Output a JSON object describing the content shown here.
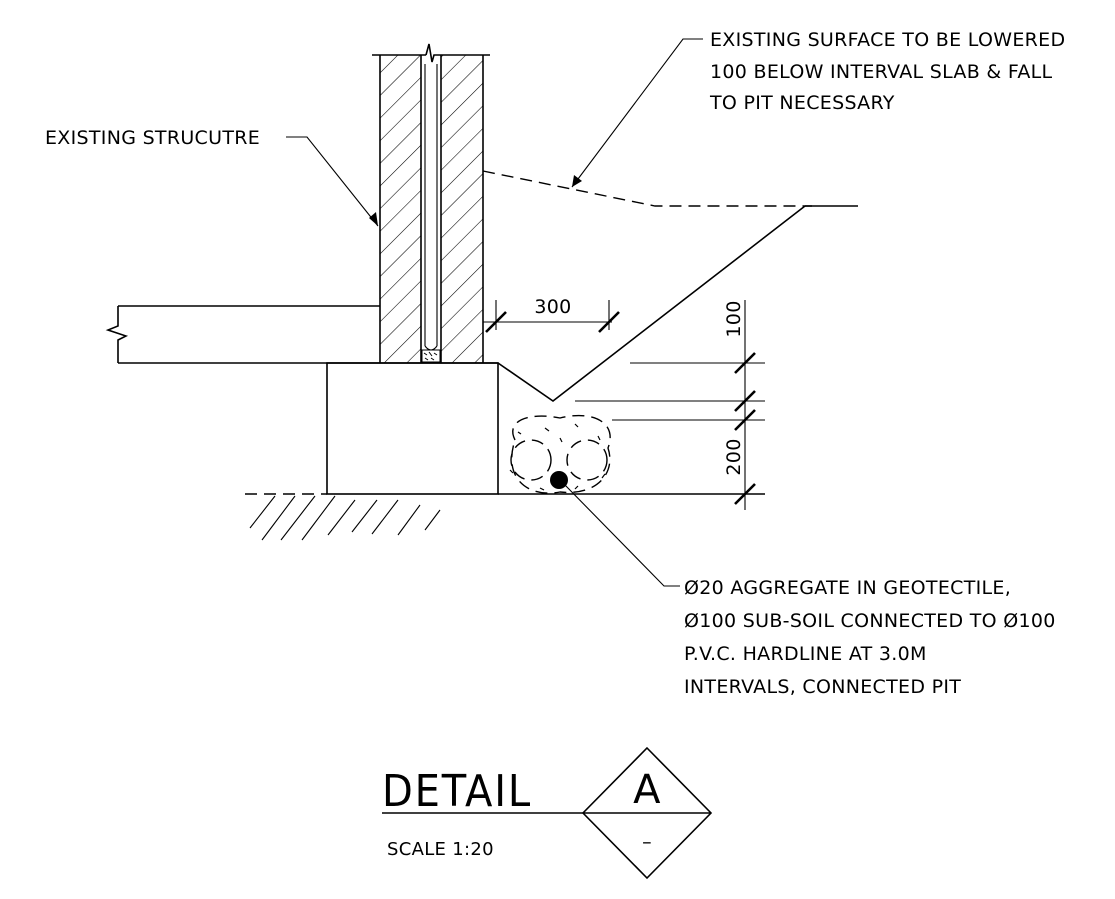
{
  "notes": {
    "surface": [
      "EXISTING SURFACE TO BE LOWERED",
      "100 BELOW INTERVAL SLAB & FALL",
      "TO PIT NECESSARY"
    ],
    "structure": "EXISTING STRUCUTRE",
    "drainage": [
      "Ø20 AGGREGATE IN GEOTECTILE,",
      "Ø100 SUB-SOIL CONNECTED TO Ø100",
      "P.V.C. HARDLINE AT 3.0M",
      "INTERVALS, CONNECTED PIT"
    ]
  },
  "dimensions": {
    "horizontal": "300",
    "vertical_top": "100",
    "vertical_bottom": "200"
  },
  "title_block": {
    "title": "DETAIL",
    "scale": "SCALE 1:20",
    "detail_ref": "A",
    "sheet_ref": "–"
  }
}
